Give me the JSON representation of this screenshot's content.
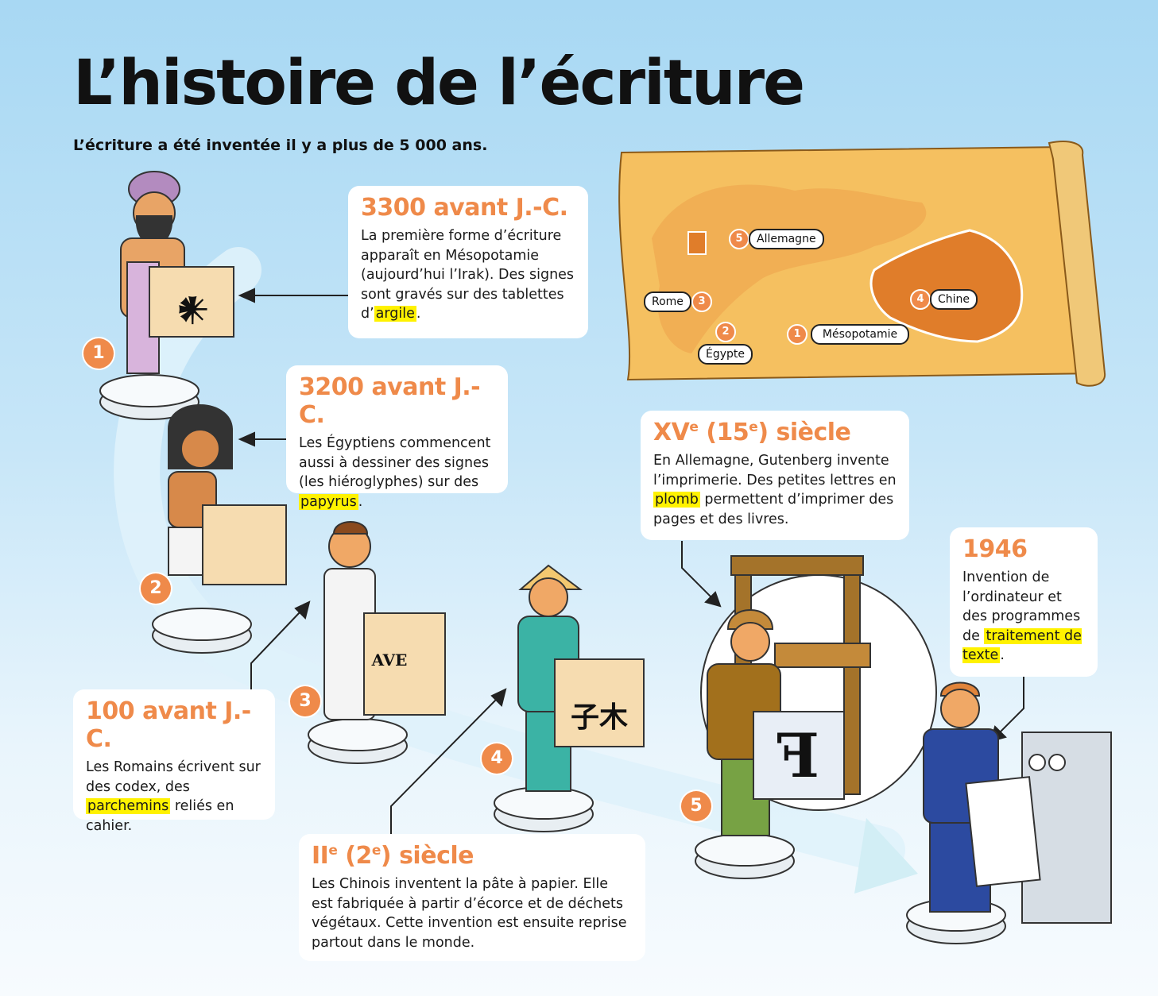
{
  "title": "L’histoire de l’écriture",
  "subtitle": "L’écriture a été inventée il y a plus de 5 000 ans.",
  "events": [
    {
      "date": "3300 avant J.-C.",
      "text_before": "La première forme d’écriture apparaît en Mésopotamie (aujourd’hui l’Irak). Des signes sont gravés sur des tablettes d’",
      "highlight": "argile",
      "text_after": "."
    },
    {
      "date": "3200 avant J.-C.",
      "text_before": "Les Égyptiens commencent aussi à dessiner des signes (les hiéroglyphes) sur des ",
      "highlight": "papyrus",
      "text_after": "."
    },
    {
      "date": "100 avant J.-C.",
      "text_before": "Les Romains écrivent sur des codex, des ",
      "highlight": "parchemins",
      "text_after": " reliés en cahier."
    },
    {
      "date_main": "II",
      "date_sup": "e",
      "date_mid": " (2",
      "date_sup2": "e",
      "date_end": ") siècle",
      "text_before": "Les Chinois inventent la pâte à papier. Elle est fabriquée à partir d’écorce et de déchets végétaux. Cette invention est ensuite reprise partout dans le monde.",
      "highlight": "",
      "text_after": ""
    },
    {
      "date_main": "XV",
      "date_sup": "e",
      "date_mid": " (15",
      "date_sup2": "e",
      "date_end": ") siècle",
      "text_before": "En Allemagne, Gutenberg invente l’imprimerie. Des petites lettres en ",
      "highlight": "plomb",
      "text_after": " permettent d’imprimer des pages et des livres."
    },
    {
      "date": "1946",
      "text_before": "Invention de l’ordinateur et des programmes de ",
      "highlight": "traitement de texte",
      "text_after": "."
    }
  ],
  "badges": [
    "1",
    "2",
    "3",
    "4",
    "5"
  ],
  "signs": {
    "roman": "AVE",
    "print": "F"
  },
  "map": {
    "places": [
      {
        "num": "5",
        "name": "Allemagne"
      },
      {
        "num": "3",
        "name": "Rome"
      },
      {
        "num": "2",
        "name": "Égypte"
      },
      {
        "num": "1",
        "name": "Mésopotamie"
      },
      {
        "num": "4",
        "name": "Chine"
      }
    ]
  },
  "colors": {
    "accent": "#ef8a4a",
    "highlight": "#fff200",
    "sky": "#a8d8f3",
    "map": "#f5c060"
  }
}
